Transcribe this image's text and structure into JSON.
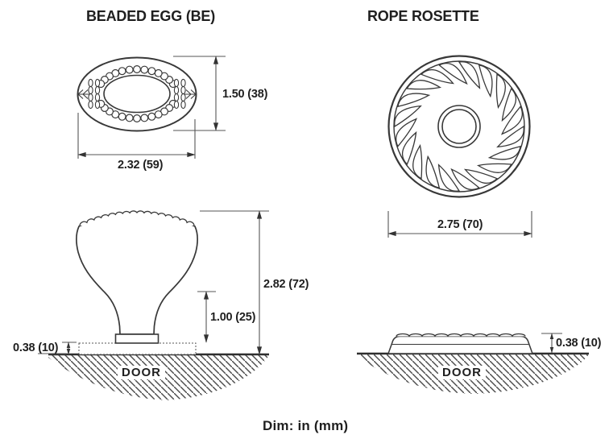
{
  "page": {
    "footer": "Dim: in (mm)"
  },
  "colors": {
    "line": "#3a3a3a",
    "text": "#1f1f1f",
    "background": "#ffffff"
  },
  "diagrams": {
    "beaded_egg": {
      "title": "BEADED EGG (BE)",
      "top_view": {
        "height_dim": "1.50 (38)",
        "width_dim": "2.32 (59)"
      },
      "side_view": {
        "overall_height_dim": "2.82 (72)",
        "stem_height_dim": "1.00 (25)",
        "base_height_dim": "0.38 (10)",
        "door_label": "DOOR"
      }
    },
    "rope_rosette": {
      "title": "ROPE ROSETTE",
      "top_view": {
        "diameter_dim": "2.75 (70)"
      },
      "side_view": {
        "height_dim": "0.38 (10)",
        "door_label": "DOOR"
      }
    }
  }
}
